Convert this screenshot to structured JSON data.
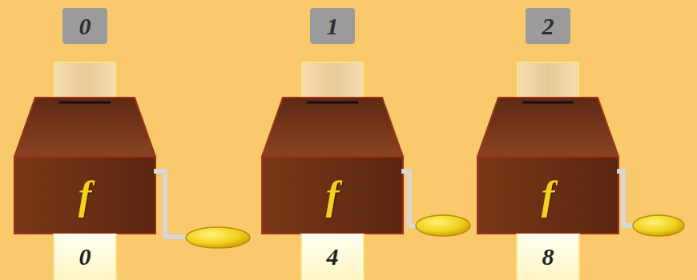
{
  "diagram": {
    "nodes": [
      {
        "text": [
          "0"
        ]
      },
      {
        "text": [
          "1"
        ]
      },
      {
        "text": [
          "2"
        ]
      },
      {
        "text": [
          "f"
        ]
      },
      {
        "text": [
          "f"
        ]
      },
      {
        "text": [
          "f"
        ]
      },
      {
        "text": [
          "0"
        ]
      },
      {
        "text": [
          "4"
        ]
      },
      {
        "text": [
          "8"
        ]
      }
    ]
  }
}
